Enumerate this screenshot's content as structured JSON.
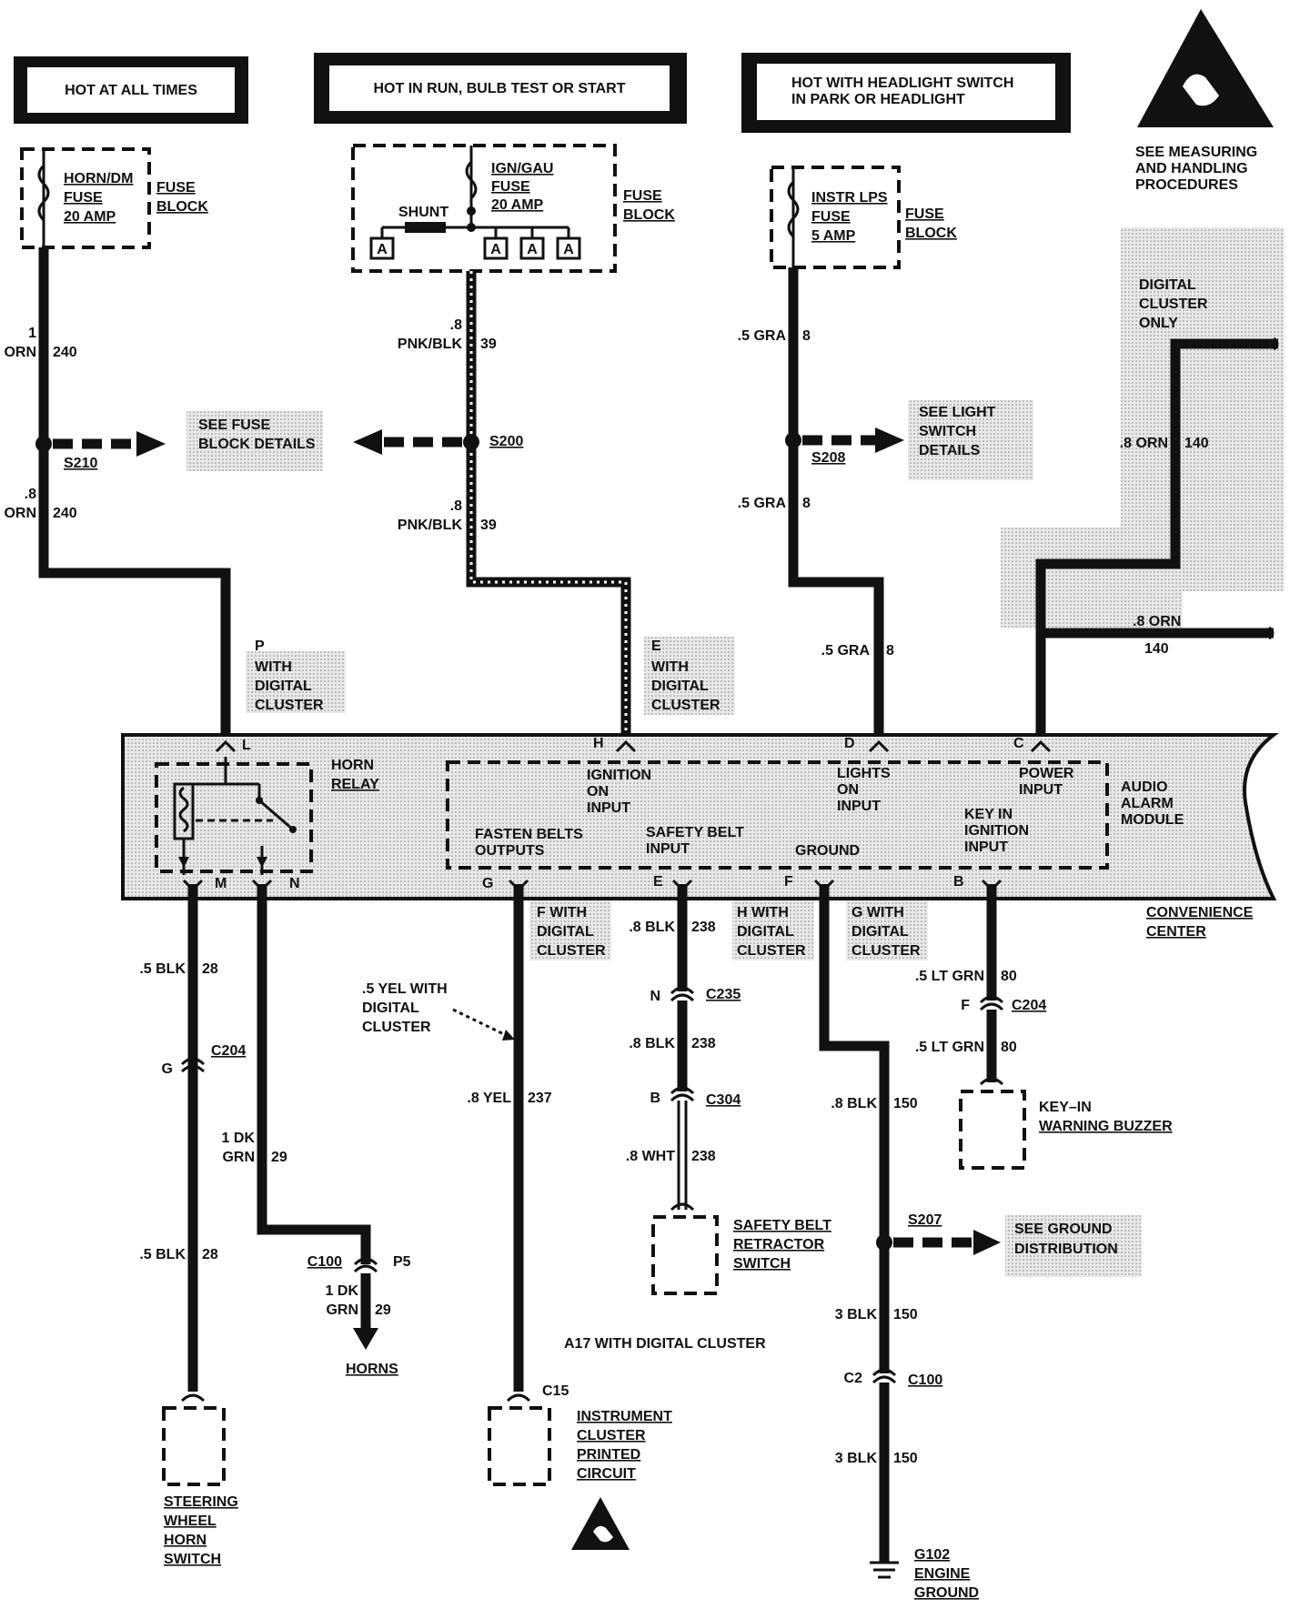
{
  "headers": {
    "hot_all_times": "HOT AT ALL TIMES",
    "hot_run": "HOT IN RUN, BULB TEST OR START",
    "hot_headlight_1": "HOT WITH HEADLIGHT SWITCH",
    "hot_headlight_2": "IN PARK OR HEADLIGHT"
  },
  "esd": {
    "line1": "SEE MEASURING",
    "line2": "AND HANDLING",
    "line3": "PROCEDURES"
  },
  "fuses": {
    "horn": {
      "l1": "HORN/DM",
      "l2": "FUSE",
      "l3": "20 AMP"
    },
    "ign": {
      "l1": "IGN/GAU",
      "l2": "FUSE",
      "l3": "20 AMP",
      "shunt": "SHUNT",
      "terminal": "A"
    },
    "instr": {
      "l1": "INSTR LPS",
      "l2": "FUSE",
      "l3": "5 AMP"
    },
    "fuse_block_1": "FUSE",
    "fuse_block_2": "BLOCK"
  },
  "wires": {
    "orn240_a_size": "1",
    "orn240_a_color": "ORN",
    "orn240_a_circ": "240",
    "orn240_b_size": ".8",
    "orn240_b_color": "ORN",
    "orn240_b_circ": "240",
    "pnk_a_size": ".8",
    "pnk_a_color": "PNK/BLK",
    "pnk_a_circ": "39",
    "pnk_b_size": ".8",
    "pnk_b_color": "PNK/BLK",
    "pnk_b_circ": "39",
    "gra_a": ".5 GRA",
    "gra_a_circ": "8",
    "gra_b": ".5 GRA",
    "gra_b_circ": "8",
    "gra_c": ".5 GRA",
    "gra_c_circ": "8",
    "orn140_a": ".8 ORN",
    "orn140_a_circ": "140",
    "orn140_b": ".8 ORN",
    "orn140_b_circ": "140",
    "blk28_a": ".5 BLK",
    "blk28_a_circ": "28",
    "blk28_b": ".5 BLK",
    "blk28_b_circ": "28",
    "dkgrn_a_1": "1 DK",
    "dkgrn_a_2": "GRN",
    "dkgrn_a_circ": "29",
    "dkgrn_b_1": "1 DK",
    "dkgrn_b_2": "GRN",
    "dkgrn_b_circ": "29",
    "yel_note_1": ".5 YEL WITH",
    "yel_note_2": "DIGITAL",
    "yel_note_3": "CLUSTER",
    "yel": ".8 YEL",
    "yel_circ": "237",
    "blk238_a": ".8 BLK",
    "blk238_a_circ": "238",
    "blk238_b": ".8 BLK",
    "blk238_b_circ": "238",
    "wht238": ".8 WHT",
    "wht238_circ": "238",
    "blk150": ".8 BLK",
    "blk150_circ": "150",
    "blk150_3a": "3 BLK",
    "blk150_3a_circ": "150",
    "blk150_3b": "3 BLK",
    "blk150_3b_circ": "150",
    "ltgrn_a": ".5 LT GRN",
    "ltgrn_a_circ": "80",
    "ltgrn_b": ".5 LT GRN",
    "ltgrn_b_circ": "80"
  },
  "splices": {
    "s210": "S210",
    "s200": "S200",
    "s208": "S208",
    "s207": "S207"
  },
  "refs": {
    "fuse_details_1": "SEE FUSE",
    "fuse_details_2": "BLOCK DETAILS",
    "light_1": "SEE LIGHT",
    "light_2": "SWITCH",
    "light_3": "DETAILS",
    "ground_1": "SEE GROUND",
    "ground_2": "DISTRIBUTION",
    "digital_only_1": "DIGITAL",
    "digital_only_2": "CLUSTER",
    "digital_only_3": "ONLY"
  },
  "notes": {
    "p_with": "P",
    "e_with": "E",
    "with": "WITH",
    "digital": "DIGITAL",
    "cluster": "CLUSTER",
    "f_with": "F WITH",
    "h_with": "H  WITH",
    "g_with": "G WITH",
    "a17": "A17 WITH DIGITAL CLUSTER"
  },
  "module": {
    "pin_l": "L",
    "pin_h": "H",
    "pin_d": "D",
    "pin_c": "C",
    "pin_m": "M",
    "pin_n": "N",
    "pin_g": "G",
    "pin_e": "E",
    "pin_f": "F",
    "pin_b": "B",
    "horn_1": "HORN",
    "horn_2": "RELAY",
    "ign_1": "IGNITION",
    "ign_2": "ON",
    "ign_3": "INPUT",
    "lights_1": "LIGHTS",
    "lights_2": "ON",
    "lights_3": "INPUT",
    "power_1": "POWER",
    "power_2": "INPUT",
    "key_1": "KEY IN",
    "key_2": "IGNITION",
    "key_3": "INPUT",
    "fasten_1": "FASTEN BELTS",
    "fasten_2": "OUTPUTS",
    "safety_1": "SAFETY BELT",
    "safety_2": "INPUT",
    "ground": "GROUND",
    "audio_1": "AUDIO",
    "audio_2": "ALARM",
    "audio_3": "MODULE",
    "conv_1": "CONVENIENCE",
    "conv_2": "CENTER"
  },
  "connectors": {
    "c204_a": "C204",
    "c204_a_pin": "G",
    "c100_a": "C100",
    "c100_a_pin": "P5",
    "c235": "C235",
    "c235_pin": "N",
    "c304": "C304",
    "c304_pin": "B",
    "c204_b": "C204",
    "c204_b_pin": "F",
    "c100_b": "C100",
    "c100_b_pin": "C2",
    "c15": "C15"
  },
  "components": {
    "horns": "HORNS",
    "steering_1": "STEERING",
    "steering_2": "WHEEL",
    "steering_3": "HORN",
    "steering_4": "SWITCH",
    "instrument_1": "INSTRUMENT",
    "instrument_2": "CLUSTER",
    "instrument_3": "PRINTED",
    "instrument_4": "CIRCUIT",
    "safety_1": "SAFETY BELT",
    "safety_2": "RETRACTOR",
    "safety_3": "SWITCH",
    "keyin_1": "KEY–IN",
    "keyin_2": "WARNING BUZZER",
    "ground_1": "G102",
    "ground_2": "ENGINE",
    "ground_3": "GROUND"
  }
}
